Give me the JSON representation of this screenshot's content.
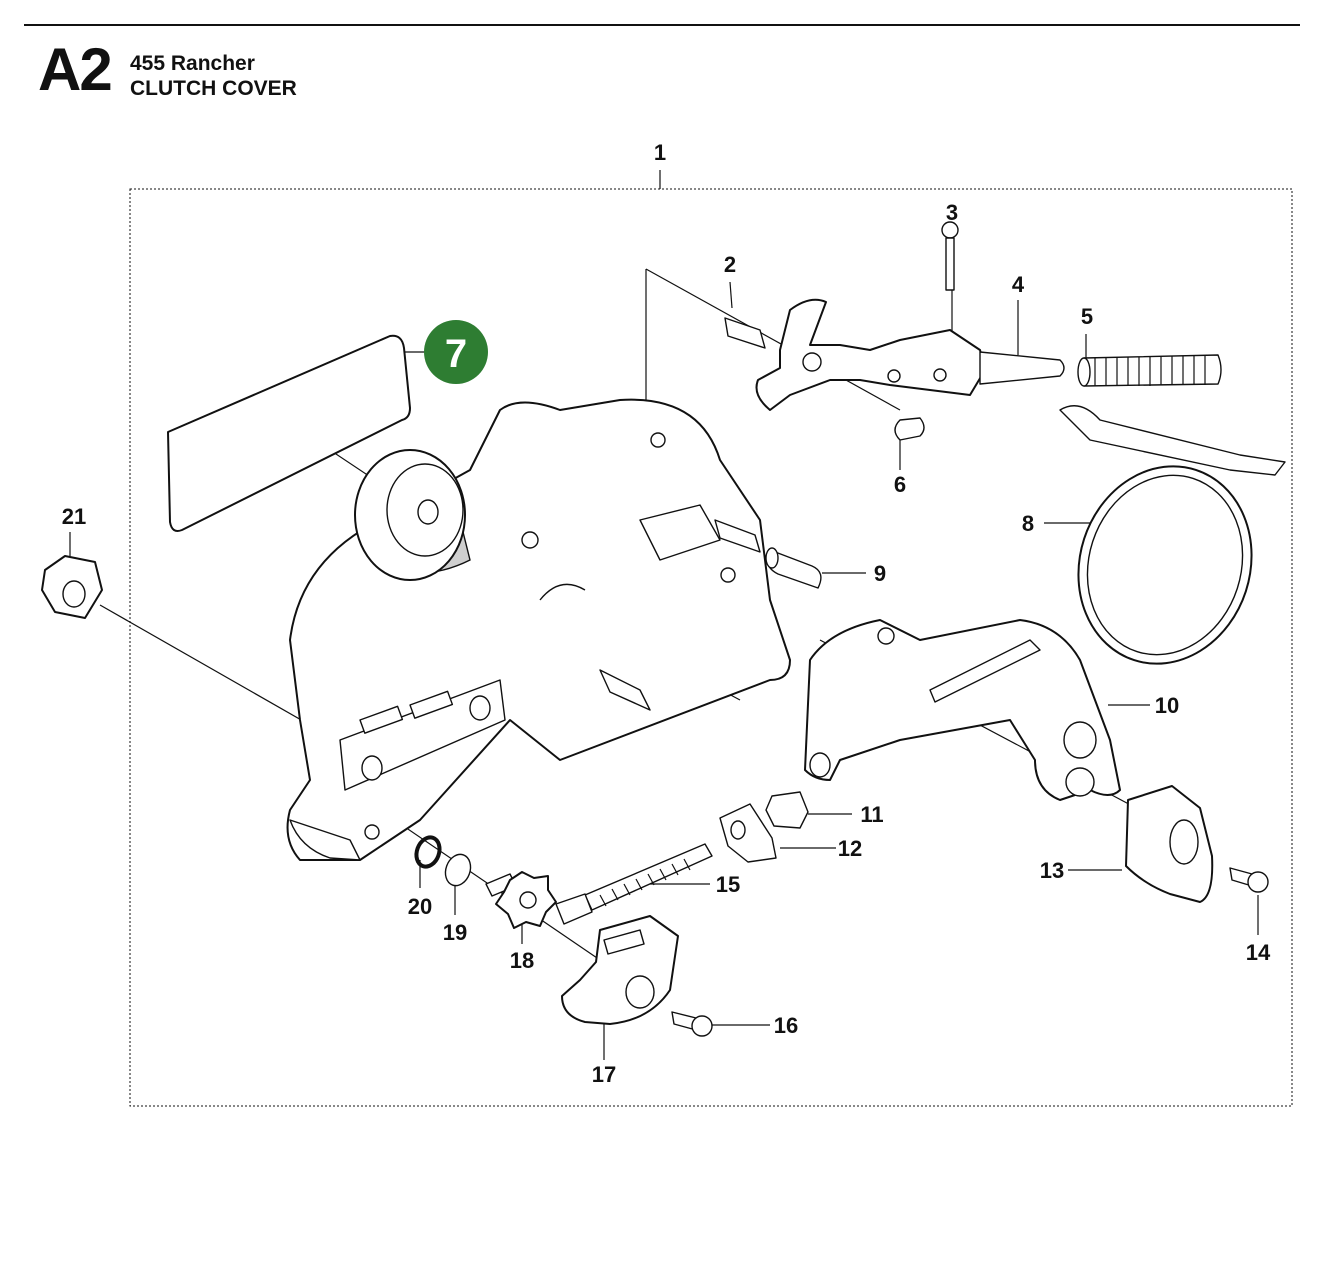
{
  "header": {
    "code": "A2",
    "model": "455 Rancher",
    "section": "CLUTCH COVER"
  },
  "badge": {
    "label": "7",
    "color": "#2e7d32"
  },
  "callouts": [
    "1",
    "2",
    "3",
    "4",
    "5",
    "6",
    "8",
    "9",
    "10",
    "11",
    "12",
    "13",
    "14",
    "15",
    "16",
    "17",
    "18",
    "19",
    "20",
    "21"
  ]
}
